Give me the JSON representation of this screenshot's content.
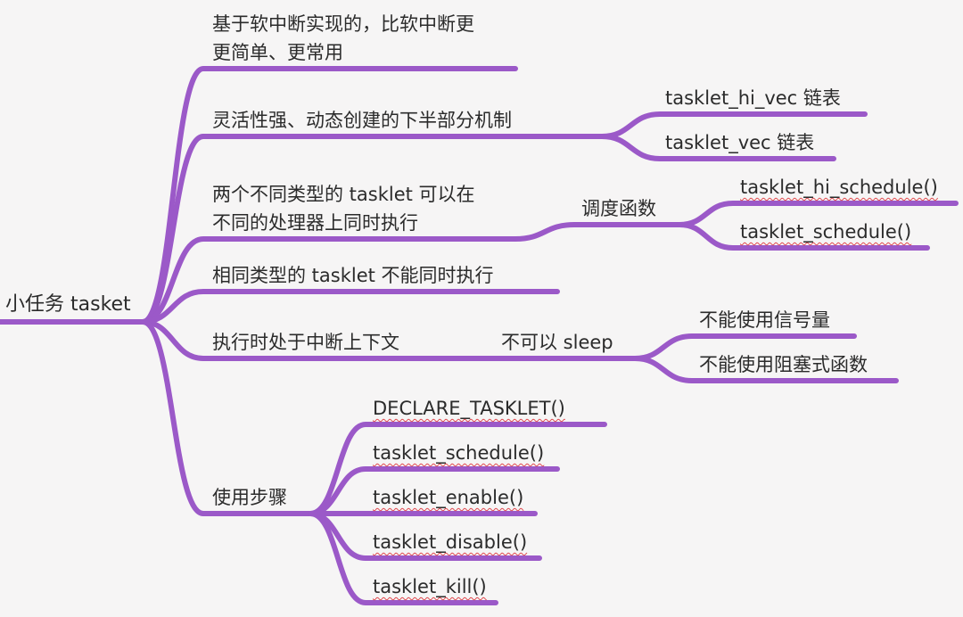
{
  "theme": {
    "branch_color": "#9b59c8",
    "text_color": "#2b2b2b",
    "background": "#f6f5f5",
    "spellcheck_color": "#e0484e"
  },
  "root": {
    "label": "小任务 tasket"
  },
  "branches": {
    "b1": {
      "line1": "基于软中断实现的，比软中断更",
      "line2": "更简单、更常用"
    },
    "b2": {
      "label": "灵活性强、动态创建的下半部分机制",
      "children": [
        "tasklet_hi_vec 链表",
        "tasklet_vec 链表"
      ]
    },
    "b3": {
      "line1": "两个不同类型的 tasklet 可以在",
      "line2": "不同的处理器上同时执行",
      "sub": "调度函数",
      "children": [
        "tasklet_hi_schedule()",
        "tasklet_schedule()"
      ]
    },
    "b4": {
      "label": "相同类型的 tasklet 不能同时执行"
    },
    "b5": {
      "label": "执行时处于中断上下文",
      "sub": "不可以 sleep",
      "children": [
        "不能使用信号量",
        "不能使用阻塞式函数"
      ]
    },
    "b6": {
      "label": "使用步骤",
      "children": [
        "DECLARE_TASKLET()",
        "tasklet_schedule()",
        "tasklet_enable()",
        "tasklet_disable()",
        "tasklet_kill()"
      ]
    }
  }
}
